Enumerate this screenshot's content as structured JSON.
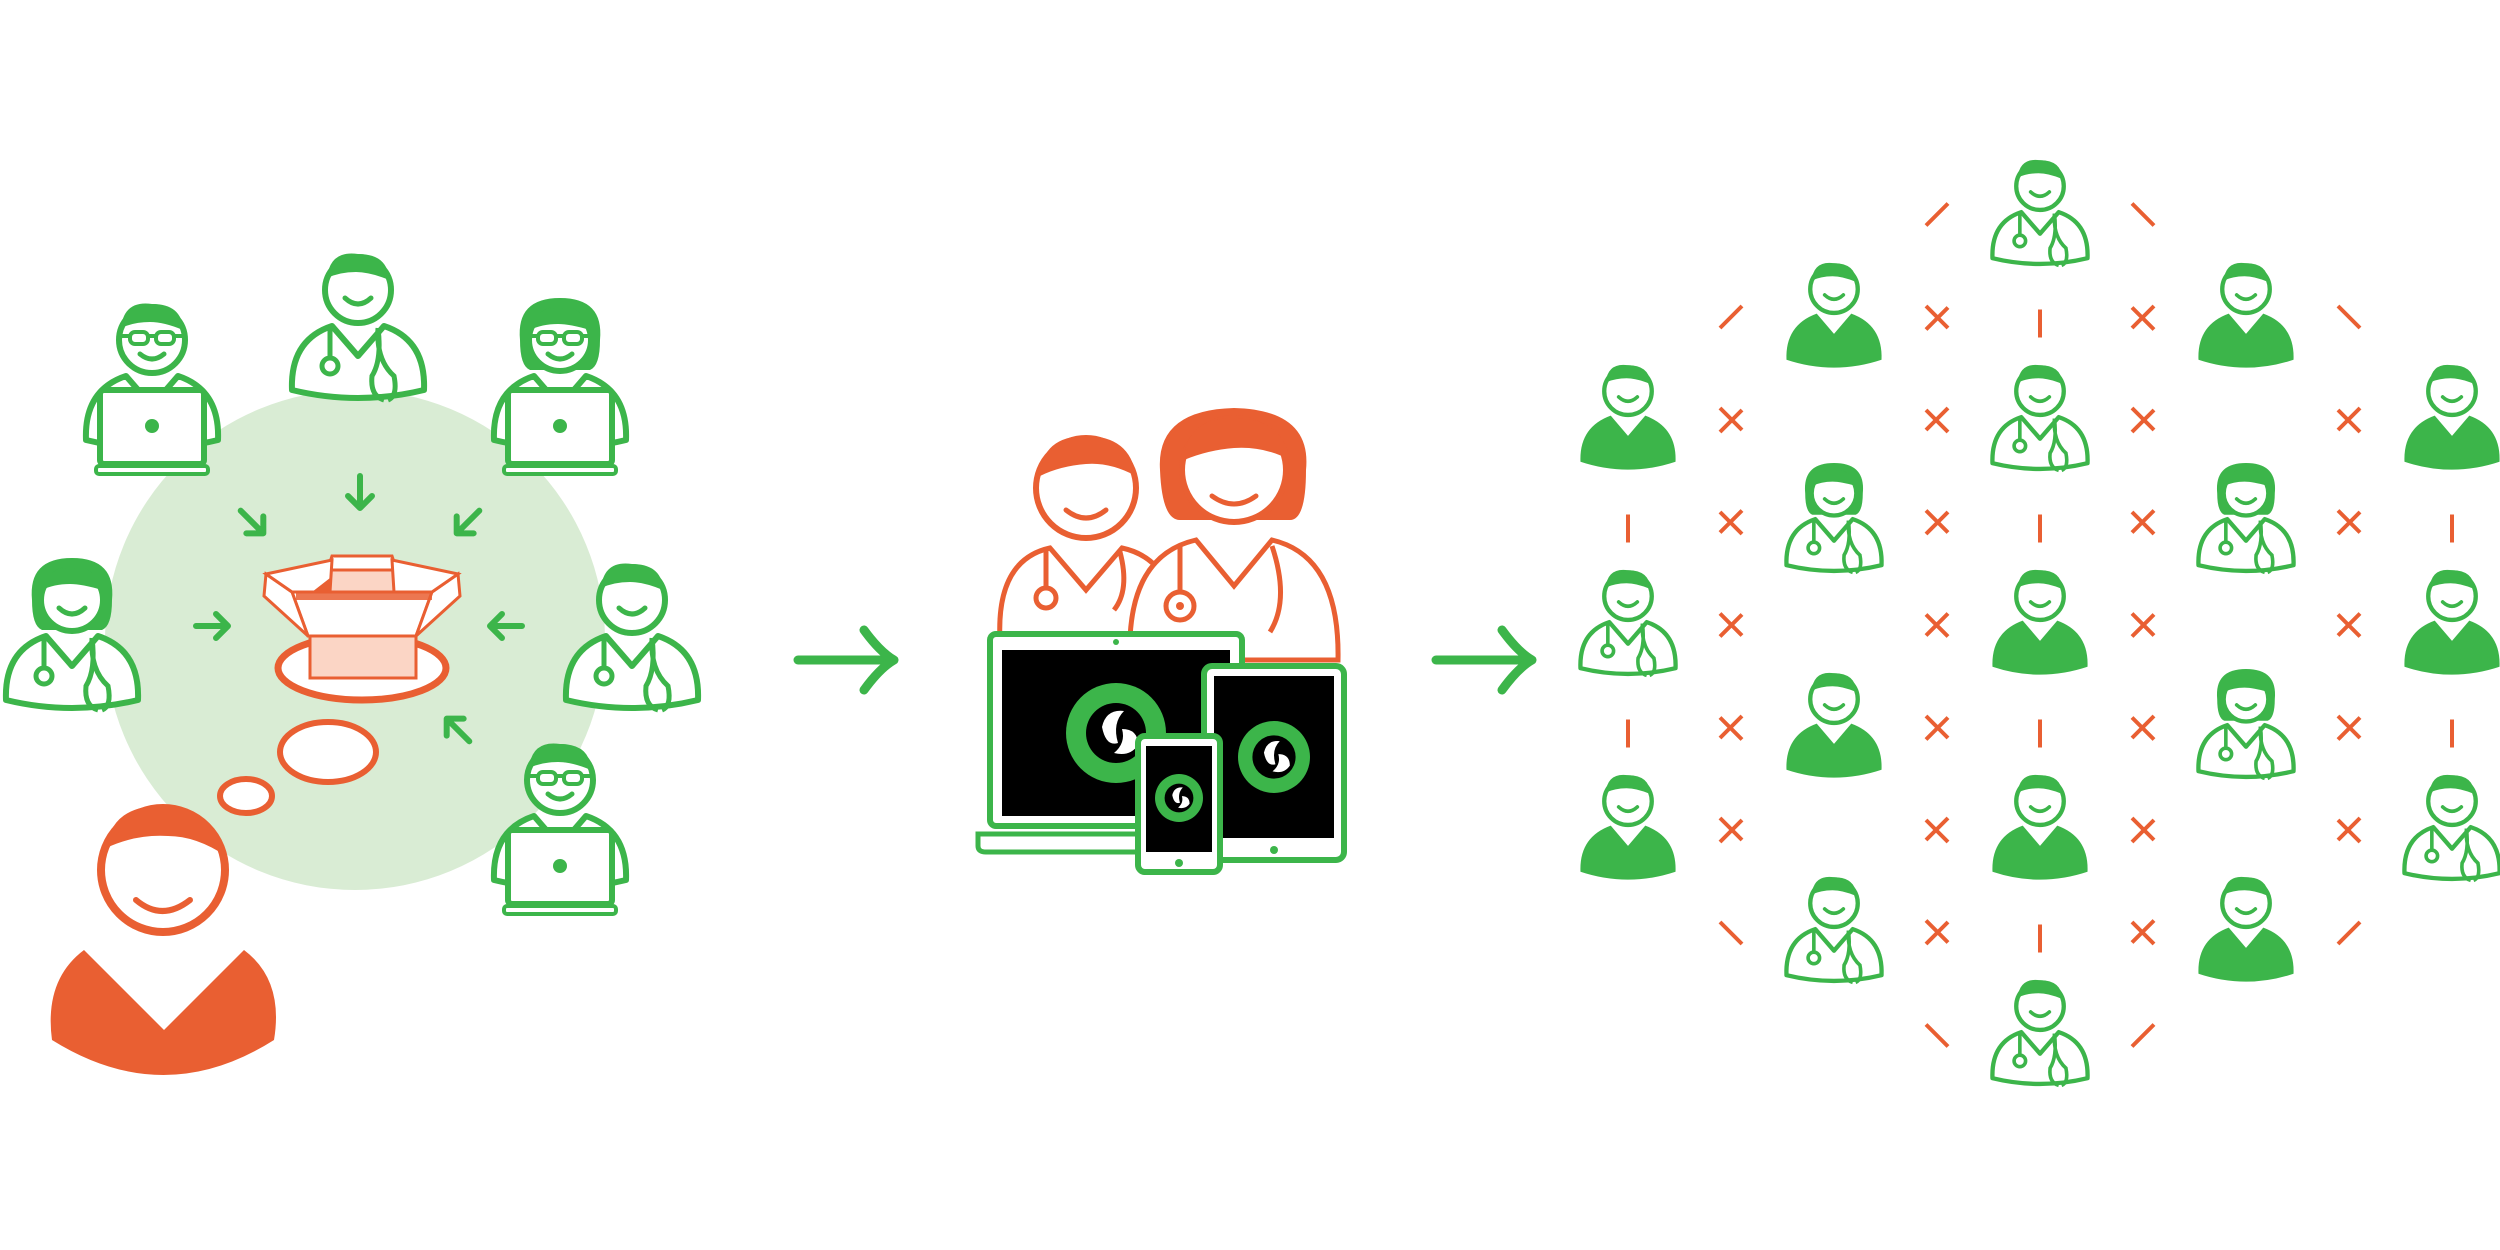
{
  "colors": {
    "green": "#3cb54a",
    "orange": "#e95f32",
    "light_green": "#d9ecd4",
    "light_orange": "#fbd5c5",
    "black": "#000000",
    "white": "#ffffff"
  },
  "stages": [
    {
      "id": "collaborate",
      "description_icons": [
        "doctor-icon",
        "laptop-user-icon",
        "box-icon",
        "thought-bubble-icon",
        "patient-icon",
        "arrow-icon"
      ]
    },
    {
      "id": "deliver",
      "description_icons": [
        "doctor-icon",
        "laptop-icon",
        "tablet-icon",
        "phone-icon",
        "app-logo-icon"
      ]
    },
    {
      "id": "scale",
      "description_icons": [
        "doctor-icon",
        "user-icon",
        "connector-dash"
      ]
    }
  ],
  "flow_arrows": [
    "arrow-right-icon",
    "arrow-right-icon"
  ]
}
